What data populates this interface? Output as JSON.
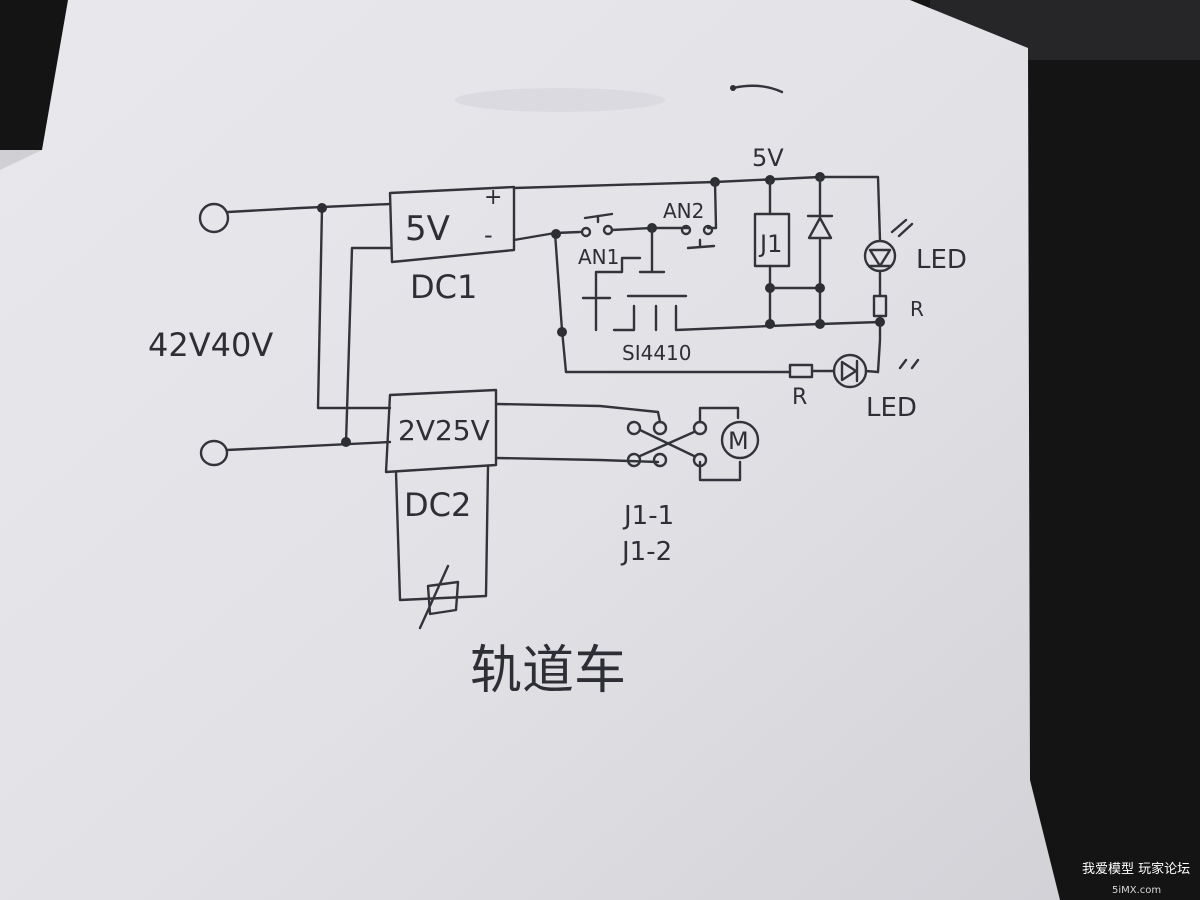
{
  "colors": {
    "paper": "#e4e4e8",
    "ink": "#33333b",
    "background": "#141414",
    "watermark_text": "#ffffff"
  },
  "diagram": {
    "title": "轨道车",
    "input_voltage": "42V40V",
    "dc1": {
      "output": "5V",
      "name": "DC1",
      "plus": "+",
      "minus": "-"
    },
    "dc2": {
      "output": "2V25V",
      "name": "DC2"
    },
    "rail_label": "5V",
    "switch_an1": "AN1",
    "switch_an2": "AN2",
    "relay": "J1",
    "mosfet": "SI4410",
    "led_top": "LED",
    "resistor_top": "R",
    "resistor_bottom": "R",
    "led_bottom": "LED",
    "motor": "M",
    "contact_1": "J1-1",
    "contact_2": "J1-2"
  },
  "watermark": {
    "forum_name": "我爱模型 玩家论坛",
    "site": "5iMX.com"
  }
}
